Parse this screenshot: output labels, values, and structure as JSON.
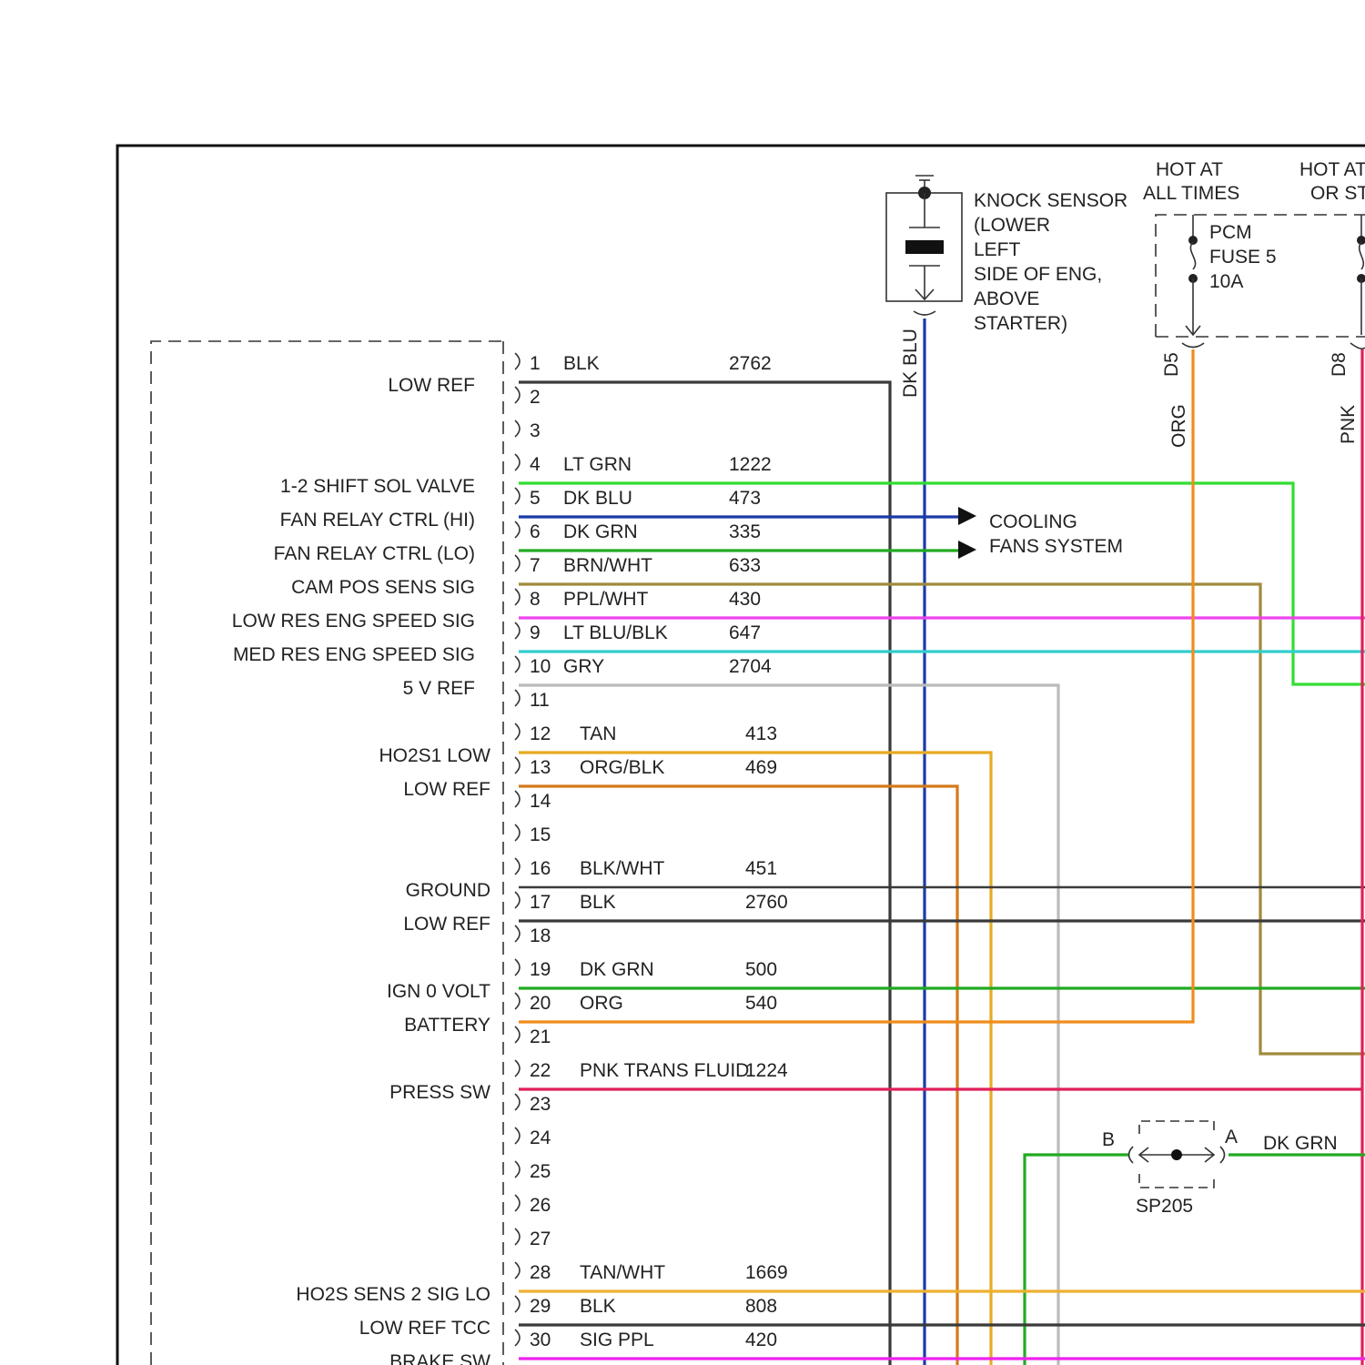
{
  "colors": {
    "BLK": "#3a3a3a",
    "LT GRN": "#33dd33",
    "DK BLU": "#1a3aa8",
    "DK GRN": "#22aa22",
    "BRN/WHT": "#a08a3a",
    "PPL/WHT": "#ee44ee",
    "LT BLU/BLK": "#33cccc",
    "GRY": "#bbbbbb",
    "TAN": "#e8aa22",
    "ORG/BLK": "#d47a1a",
    "ORG": "#f08c1c",
    "PNK": "#e0205a",
    "TAN/WHT": "#eeb030",
    "SIG PPL": "#ee22ee"
  },
  "knock_sensor": {
    "label_lines": [
      "KNOCK SENSOR",
      "(LOWER",
      "LEFT",
      "SIDE OF ENG,",
      "ABOVE",
      "STARTER)"
    ],
    "wire_label": "DK BLU",
    "wire_color": "DK BLU"
  },
  "fuse_block": {
    "hot1_lines": [
      "HOT AT",
      "ALL TIMES"
    ],
    "hot2_lines": [
      "HOT AT",
      "OR ST"
    ],
    "fuse_lines": [
      "PCM",
      "FUSE 5",
      "10A"
    ],
    "terminal1": "D5",
    "terminal1_wire": "ORG",
    "terminal2": "D8",
    "terminal2_wire": "PNK"
  },
  "cooling": {
    "lines": [
      "COOLING",
      "FANS SYSTEM"
    ]
  },
  "splice": {
    "name": "SP205",
    "left": "B",
    "right": "A",
    "wire_label": "DK GRN"
  },
  "pins": [
    {
      "num": "1",
      "color": "BLK",
      "circuit": "2762",
      "func": "LOW REF"
    },
    {
      "num": "2",
      "color": "",
      "circuit": "",
      "func": ""
    },
    {
      "num": "3",
      "color": "",
      "circuit": "",
      "func": ""
    },
    {
      "num": "4",
      "color": "LT GRN",
      "circuit": "1222",
      "func": "1-2 SHIFT SOL VALVE"
    },
    {
      "num": "5",
      "color": "DK BLU",
      "circuit": "473",
      "func": "FAN RELAY CTRL (HI)"
    },
    {
      "num": "6",
      "color": "DK GRN",
      "circuit": "335",
      "func": "FAN RELAY CTRL (LO)"
    },
    {
      "num": "7",
      "color": "BRN/WHT",
      "circuit": "633",
      "func": "CAM POS SENS SIG"
    },
    {
      "num": "8",
      "color": "PPL/WHT",
      "circuit": "430",
      "func": "LOW RES ENG SPEED SIG"
    },
    {
      "num": "9",
      "color": "LT BLU/BLK",
      "circuit": "647",
      "func": "MED RES ENG SPEED SIG"
    },
    {
      "num": "10",
      "color": "GRY",
      "circuit": "2704",
      "func": "5 V REF"
    },
    {
      "num": "11",
      "color": "",
      "circuit": "",
      "func": ""
    },
    {
      "num": "12",
      "color": "TAN",
      "circuit": "413",
      "func": "HO2S1 LOW"
    },
    {
      "num": "13",
      "color": "ORG/BLK",
      "circuit": "469",
      "func": "LOW REF"
    },
    {
      "num": "14",
      "color": "",
      "circuit": "",
      "func": ""
    },
    {
      "num": "15",
      "color": "",
      "circuit": "",
      "func": ""
    },
    {
      "num": "16",
      "color": "BLK/WHT",
      "circuit": "451",
      "func": "GROUND"
    },
    {
      "num": "17",
      "color": "BLK",
      "circuit": "2760",
      "func": "LOW REF"
    },
    {
      "num": "18",
      "color": "",
      "circuit": "",
      "func": ""
    },
    {
      "num": "19",
      "color": "DK GRN",
      "circuit": "500",
      "func": "IGN 0 VOLT"
    },
    {
      "num": "20",
      "color": "ORG",
      "circuit": "540",
      "func": "BATTERY"
    },
    {
      "num": "21",
      "color": "",
      "circuit": "",
      "func": ""
    },
    {
      "num": "22",
      "color": "PNK TRANS FLUID",
      "circuit": "1224",
      "func": "PRESS SW"
    },
    {
      "num": "23",
      "color": "",
      "circuit": "",
      "func": ""
    },
    {
      "num": "24",
      "color": "",
      "circuit": "",
      "func": ""
    },
    {
      "num": "25",
      "color": "",
      "circuit": "",
      "func": ""
    },
    {
      "num": "26",
      "color": "",
      "circuit": "",
      "func": ""
    },
    {
      "num": "27",
      "color": "",
      "circuit": "",
      "func": ""
    },
    {
      "num": "28",
      "color": "TAN/WHT",
      "circuit": "1669",
      "func": "HO2S SENS 2 SIG LO"
    },
    {
      "num": "29",
      "color": "BLK",
      "circuit": "808",
      "func": "LOW REF TCC"
    },
    {
      "num": "30",
      "color": "SIG PPL",
      "circuit": "420",
      "func": "BRAKE SW"
    }
  ]
}
